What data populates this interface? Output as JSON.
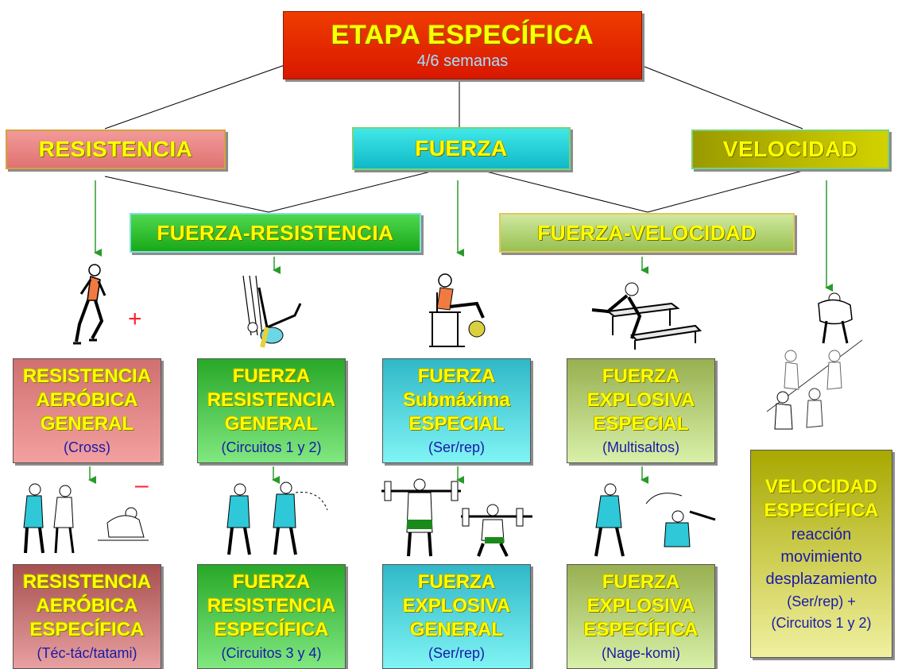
{
  "top": {
    "title": "ETAPA ESPECÍFICA",
    "subtitle": "4/6 semanas"
  },
  "level1": {
    "resistencia": "RESISTENCIA",
    "fuerza": "FUERZA",
    "velocidad": "VELOCIDAD"
  },
  "level2": {
    "fuerza_resistencia": "FUERZA-RESISTENCIA",
    "fuerza_velocidad": "FUERZA-VELOCIDAD"
  },
  "signs": {
    "plus": "+",
    "minus": "–"
  },
  "row1": [
    {
      "lines": [
        "RESISTENCIA",
        "AERÓBICA",
        "GENERAL"
      ],
      "note": "(Cross)"
    },
    {
      "lines": [
        "FUERZA",
        "RESISTENCIA",
        "GENERAL"
      ],
      "note": "(Circuitos 1 y 2)"
    },
    {
      "lines": [
        "FUERZA",
        "Submáxima",
        "ESPECIAL"
      ],
      "note": "(Ser/rep)"
    },
    {
      "lines": [
        "FUERZA",
        "EXPLOSIVA",
        "ESPECIAL"
      ],
      "note": "(Multisaltos)"
    }
  ],
  "row2": [
    {
      "lines": [
        "RESISTENCIA",
        "AERÓBICA",
        "ESPECÍFICA"
      ],
      "note": "(Téc-tác/tatami)"
    },
    {
      "lines": [
        "FUERZA",
        "RESISTENCIA",
        "ESPECÍFICA"
      ],
      "note": "(Circuitos 3 y 4)"
    },
    {
      "lines": [
        "FUERZA",
        "EXPLOSIVA",
        "GENERAL"
      ],
      "note": "(Ser/rep)"
    },
    {
      "lines": [
        "FUERZA",
        "EXPLOSIVA",
        "ESPECÍFICA"
      ],
      "note": "(Nage-komi)"
    }
  ],
  "velocidad_box": {
    "title1": "VELOCIDAD",
    "title2": "ESPECÍFICA",
    "lines": [
      "reacción",
      "movimiento",
      "desplazamiento",
      "(Ser/rep) +",
      "(Circuitos 1 y 2)"
    ]
  },
  "colors": {
    "top_bg": "#e82a00",
    "resistencia_bg": "#f08c8c",
    "fuerza_bg": "#1ad6d6",
    "velocidad_bg": "#b8b800",
    "fuerza_resistencia_bg": "#3ccc3c",
    "fuerza_velocidad_bg": "#b8d870",
    "arrow": "#2a9a2a"
  }
}
